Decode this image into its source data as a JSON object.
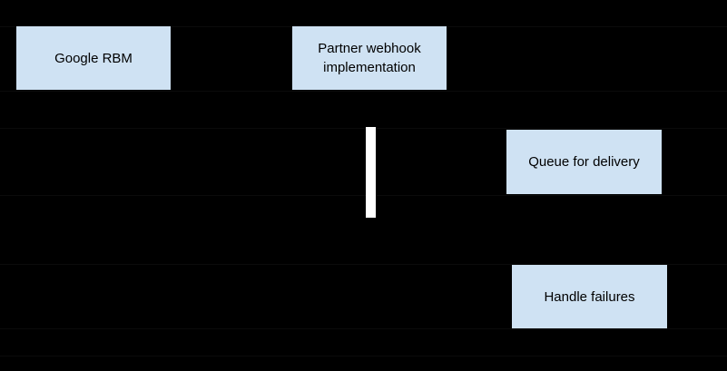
{
  "diagram": {
    "background_color": "#000000",
    "node_fill_color": "#cfe2f3",
    "node_text_color": "#000000",
    "activation_bar_color": "#ffffff",
    "nodes": {
      "google_rbm": {
        "label": "Google RBM"
      },
      "partner_webhook": {
        "label": "Partner webhook implementation"
      },
      "queue_for_delivery": {
        "label": "Queue for delivery"
      },
      "handle_failures": {
        "label": "Handle failures"
      }
    }
  }
}
